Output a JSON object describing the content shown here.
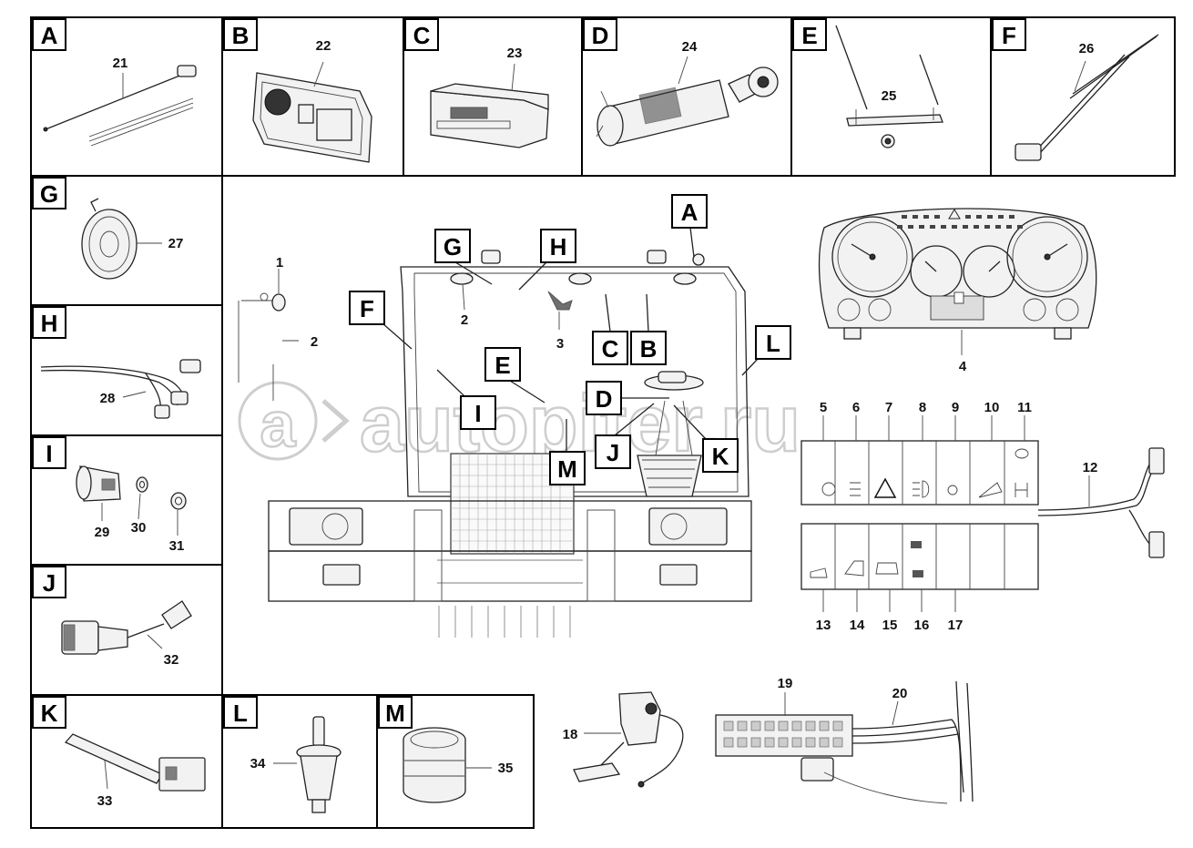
{
  "top_mark": "",
  "watermark": "autopiter.ru",
  "panels": [
    {
      "letter": "A",
      "part": "21"
    },
    {
      "letter": "B",
      "part": "22"
    },
    {
      "letter": "C",
      "part": "23"
    },
    {
      "letter": "D",
      "part": "24"
    },
    {
      "letter": "E",
      "part": "25"
    },
    {
      "letter": "F",
      "part": "26"
    },
    {
      "letter": "G",
      "part": "27"
    },
    {
      "letter": "H",
      "part": "28"
    },
    {
      "letter": "I",
      "parts": [
        "29",
        "30",
        "31"
      ]
    },
    {
      "letter": "J",
      "part": "32"
    },
    {
      "letter": "K",
      "part": "33"
    },
    {
      "letter": "L",
      "part": "34"
    },
    {
      "letter": "M",
      "part": "35"
    }
  ],
  "cab_callouts": [
    "G",
    "H",
    "A",
    "F",
    "C",
    "B",
    "L",
    "E",
    "D",
    "I",
    "J",
    "K",
    "M"
  ],
  "cab_numbers": [
    "1",
    "2",
    "2",
    "3"
  ],
  "instrument_cluster": "4",
  "switches_top": [
    "5",
    "6",
    "7",
    "8",
    "9",
    "10",
    "11"
  ],
  "switches_bottom": [
    "13",
    "14",
    "15",
    "16",
    "17"
  ],
  "harness_12": "12",
  "pedal": "18",
  "fusebox": "19",
  "harness_20": "20"
}
